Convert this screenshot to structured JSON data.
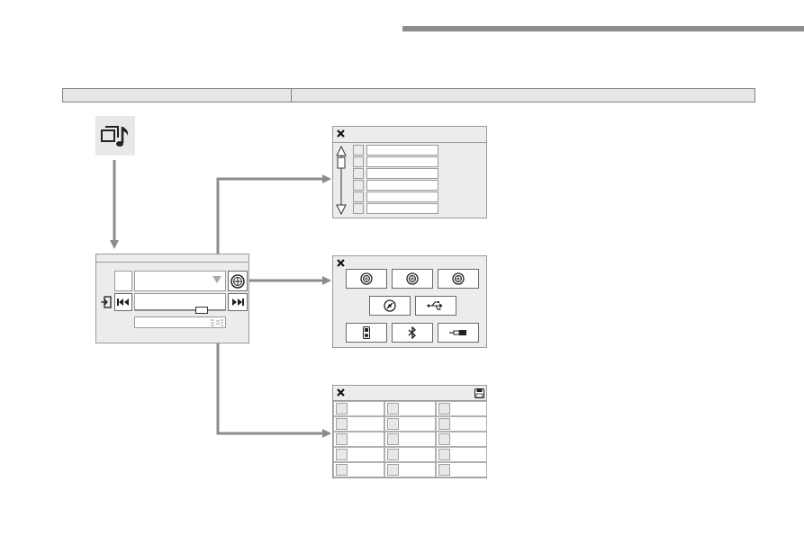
{
  "icons": {
    "media": "media-source-icon",
    "close": "close-icon",
    "save": "save-icon",
    "radio": "radio-icon",
    "cd": "cd-icon",
    "usb": "usb-icon",
    "ipod": "ipod-icon",
    "bluetooth": "bluetooth-icon",
    "aux": "aux-jack-icon",
    "prev": "previous-track-icon",
    "next": "next-track-icon",
    "exit": "exit-icon",
    "dropdown": "dropdown-arrow-icon",
    "equalizer": "equalizer-icon"
  },
  "colors": {
    "arrow": "#8c8c8c",
    "panel": "#ececec",
    "border": "#9a9a9a"
  },
  "list_panel": {
    "rows": 6
  },
  "sources_panel": {
    "row1": 3,
    "row2": 2,
    "row3": 3
  },
  "settings_panel": {
    "rows": 5,
    "columns": 3
  }
}
